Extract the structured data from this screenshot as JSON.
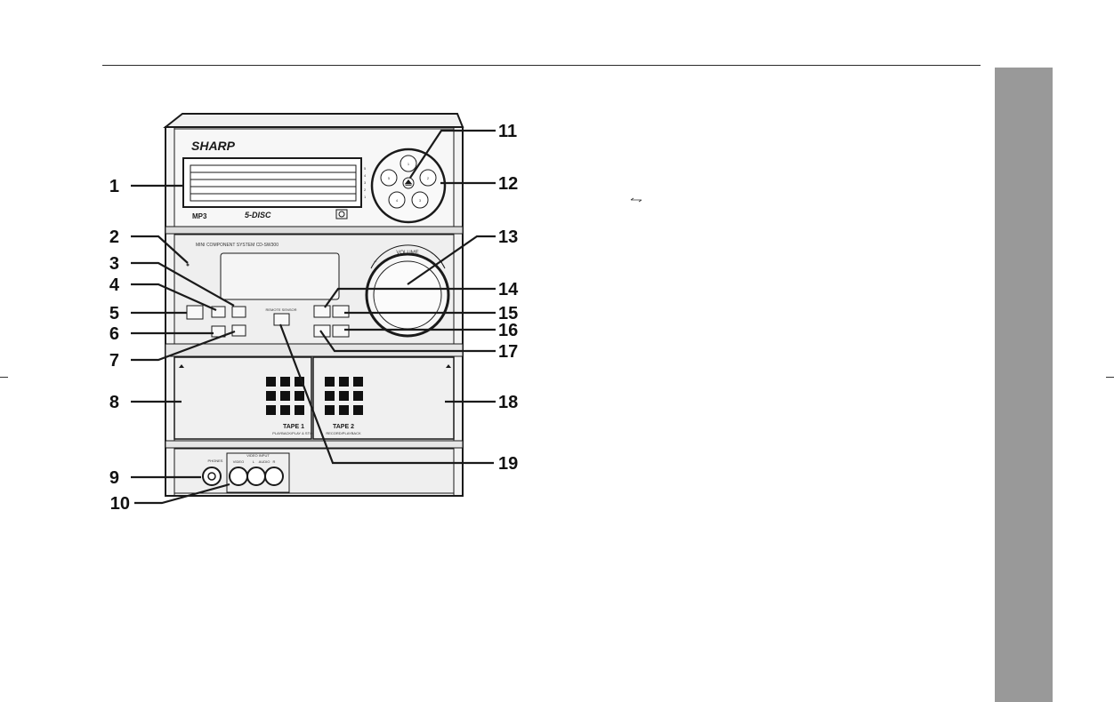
{
  "brand": "SHARP",
  "model_line": "MINI COMPONENT SYSTEM CD-SW300",
  "volume_label": "VOLUME",
  "volume_minus": "−",
  "volume_plus": "+",
  "mp3_mark": "MP3",
  "disc_changer_mark": "5-DISC",
  "disc_slot_labels": [
    "5",
    "4",
    "3",
    "2",
    "1"
  ],
  "disc_button_labels": [
    "1",
    "2",
    "3",
    "4",
    "5"
  ],
  "remote_sensor_label": "REMOTE SENSOR",
  "tape1": {
    "title": "TAPE 1",
    "subtitle": "PLAYBACK/PLAY & STOP"
  },
  "tape2": {
    "title": "TAPE 2",
    "subtitle": "RECORD/PLAYBACK"
  },
  "phones_label": "PHONES",
  "video_input": {
    "title": "VIDEO INPUT",
    "video": "VIDEO",
    "audio": "AUDIO",
    "l": "L",
    "r": "R"
  },
  "callouts": [
    "1",
    "2",
    "3",
    "4",
    "5",
    "6",
    "7",
    "8",
    "9",
    "10",
    "11",
    "12",
    "13",
    "14",
    "15",
    "16",
    "17",
    "18",
    "19"
  ],
  "colors": {
    "side_tab": "#999999",
    "panel": "#ececec",
    "line": "#1a1a1a"
  }
}
